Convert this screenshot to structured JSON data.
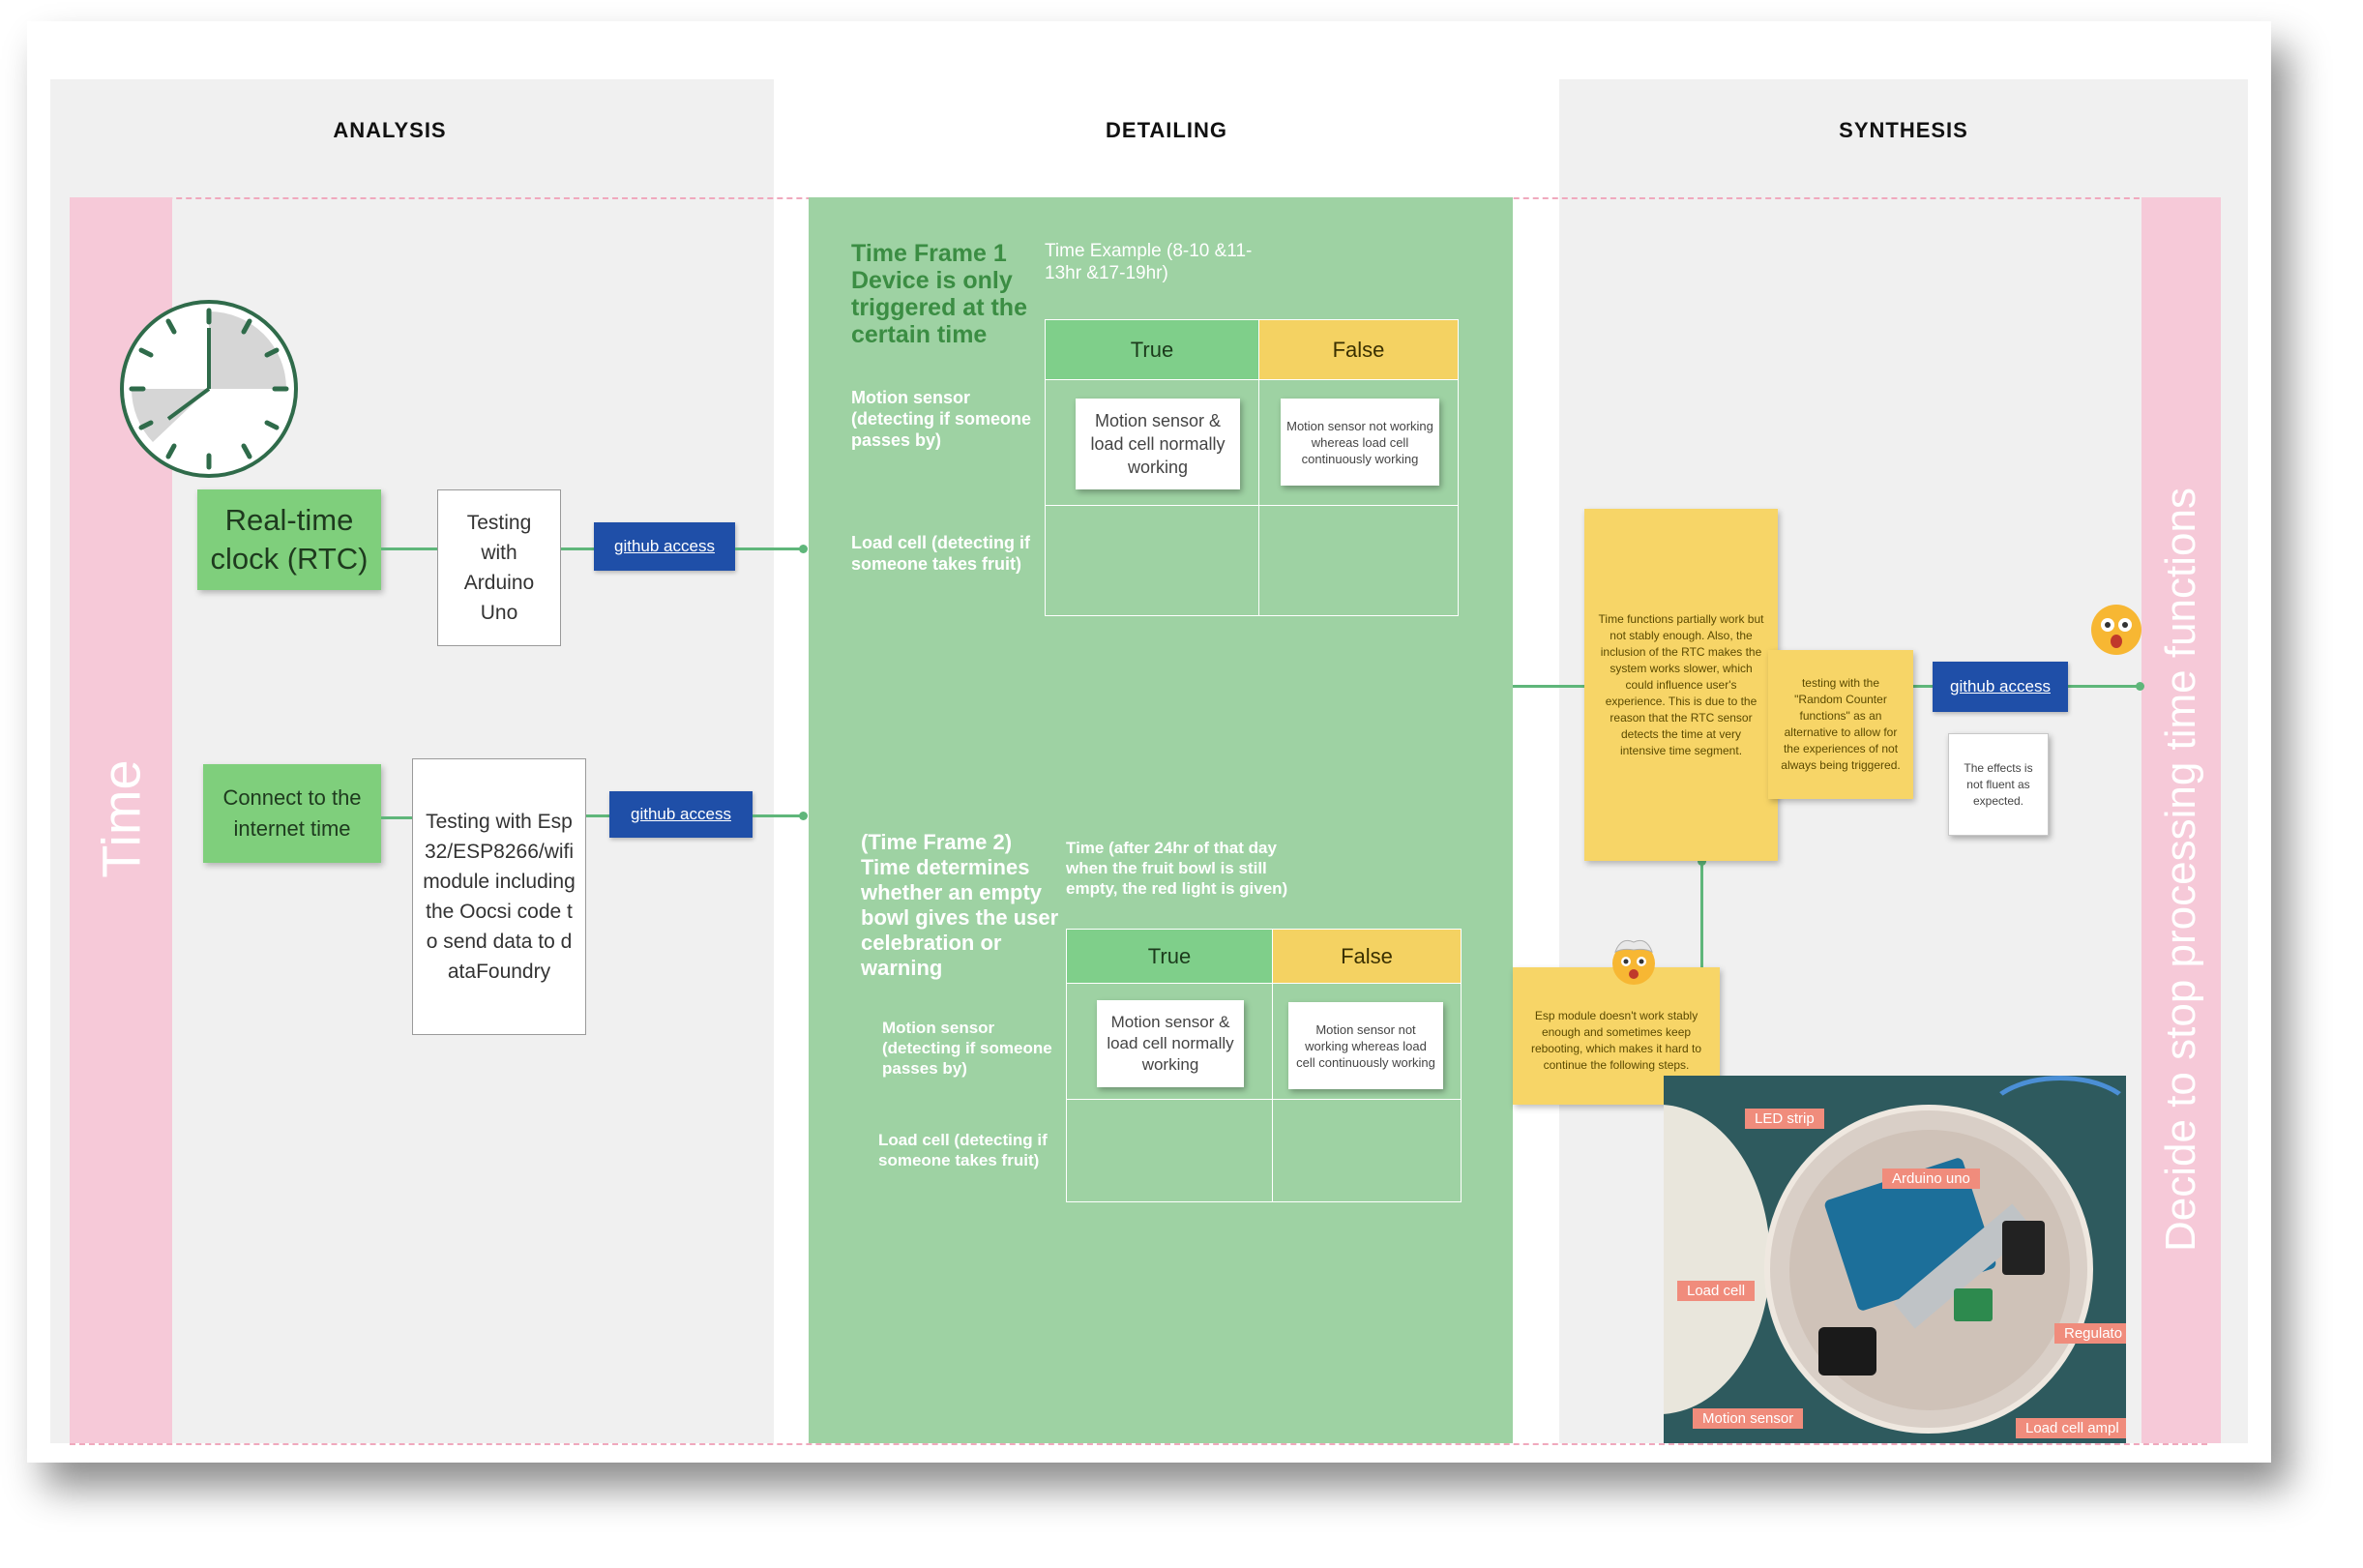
{
  "columns": {
    "analysis": "ANALYSIS",
    "detailing": "DETAILING",
    "synthesis": "SYNTHESIS"
  },
  "lanes": {
    "left": "Time",
    "right": "Decide to stop processing time functions"
  },
  "analysis": {
    "rtc_sticky": "Real-time clock (RTC)",
    "rtc_test": "Testing with Arduino Uno",
    "internet_sticky": "Connect to the internet time",
    "internet_test": "Testing with Esp32/ESP8266/wifi module including the Oocsi code to send data to dataFoundry",
    "github_label": "github access"
  },
  "detailing": {
    "frame1": {
      "title": "Time Frame 1 Device is only triggered at the certain time",
      "time_note": "Time Example (8-10 &11-13hr &17-19hr)",
      "true": "True",
      "false": "False",
      "row1": "Motion sensor (detecting if someone passes by)",
      "row2": "Load cell (detecting if someone takes fruit)",
      "note_true": "Motion sensor & load cell normally working",
      "note_false": "Motion sensor not working whereas load cell continuously working"
    },
    "frame2": {
      "title": "(Time Frame 2) Time determines whether an empty bowl gives the user celebration or warning",
      "time_note": "Time (after 24hr of that day when the fruit bowl is still empty, the red light is given)",
      "true": "True",
      "false": "False",
      "row1": "Motion sensor (detecting if someone passes by)",
      "row2": "Load cell (detecting if someone takes fruit)",
      "note_true": "Motion sensor & load cell normally working",
      "note_false": "Motion sensor not working whereas load cell continuously working"
    }
  },
  "synthesis": {
    "rtc_result": "Time functions partially work but not stably enough. Also, the inclusion of the RTC makes the system works slower, which could influence user's experience. This is due to the reason that the RTC sensor detects the time at very intensive time segment.",
    "random_counter": "testing with the \"Random Counter functions\" as an alternative to allow for the experiences of not always being triggered.",
    "github_label": "github access",
    "effects_note": "The effects is not fluent as expected.",
    "esp_note": "Esp module doesn't work stably enough and sometimes keep rebooting, which makes it hard to continue the following steps.",
    "photo_labels": {
      "led": "LED strip",
      "arduino": "Arduino uno",
      "loadcell": "Load cell",
      "regulator": "Regulato",
      "motion": "Motion sensor",
      "amp": "Load cell ampl"
    }
  },
  "colors": {
    "panel_green": "#9ed2a3",
    "sticky_green": "#7fcf7c",
    "sticky_yellow": "#f7d567",
    "lane_pink": "#f6c9d8",
    "github_blue": "#1f4fa8"
  }
}
